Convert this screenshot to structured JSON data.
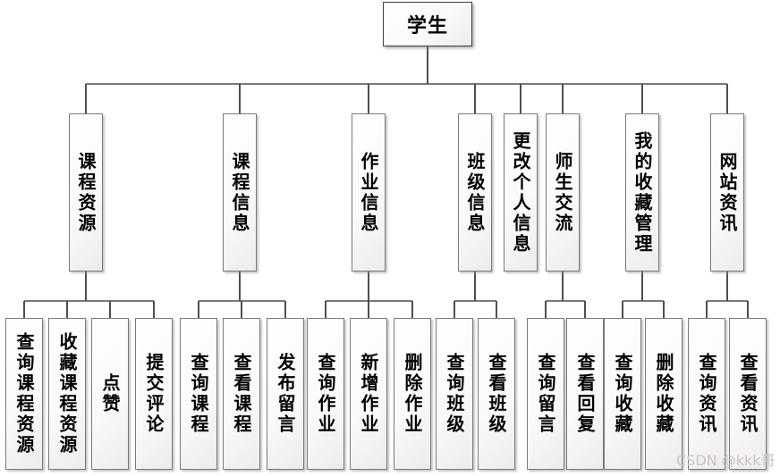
{
  "diagram": {
    "root": {
      "label": "学生"
    },
    "branches": [
      {
        "label": "课程资源",
        "children": [
          "查询课程资源",
          "收藏课程资源",
          "点赞",
          "提交评论"
        ]
      },
      {
        "label": "课程信息",
        "children": [
          "查询课程",
          "查看课程",
          "发布留言"
        ]
      },
      {
        "label": "作业信息",
        "children": [
          "查询作业",
          "新增作业",
          "删除作业"
        ]
      },
      {
        "label": "班级信息",
        "children": [
          "查询班级",
          "查看班级"
        ]
      },
      {
        "label": "更改个人信息",
        "children": []
      },
      {
        "label": "师生交流",
        "children": [
          "查询留言",
          "查看回复"
        ]
      },
      {
        "label": "我的收藏管理",
        "children": [
          "查询收藏",
          "删除收藏"
        ]
      },
      {
        "label": "网站资讯",
        "children": [
          "查询资讯",
          "查看资讯"
        ]
      }
    ],
    "line_color": "#4f4f4f",
    "box_border_color": "#7a7a7a"
  },
  "watermark": {
    "text": "CSDN @kkk哥"
  }
}
